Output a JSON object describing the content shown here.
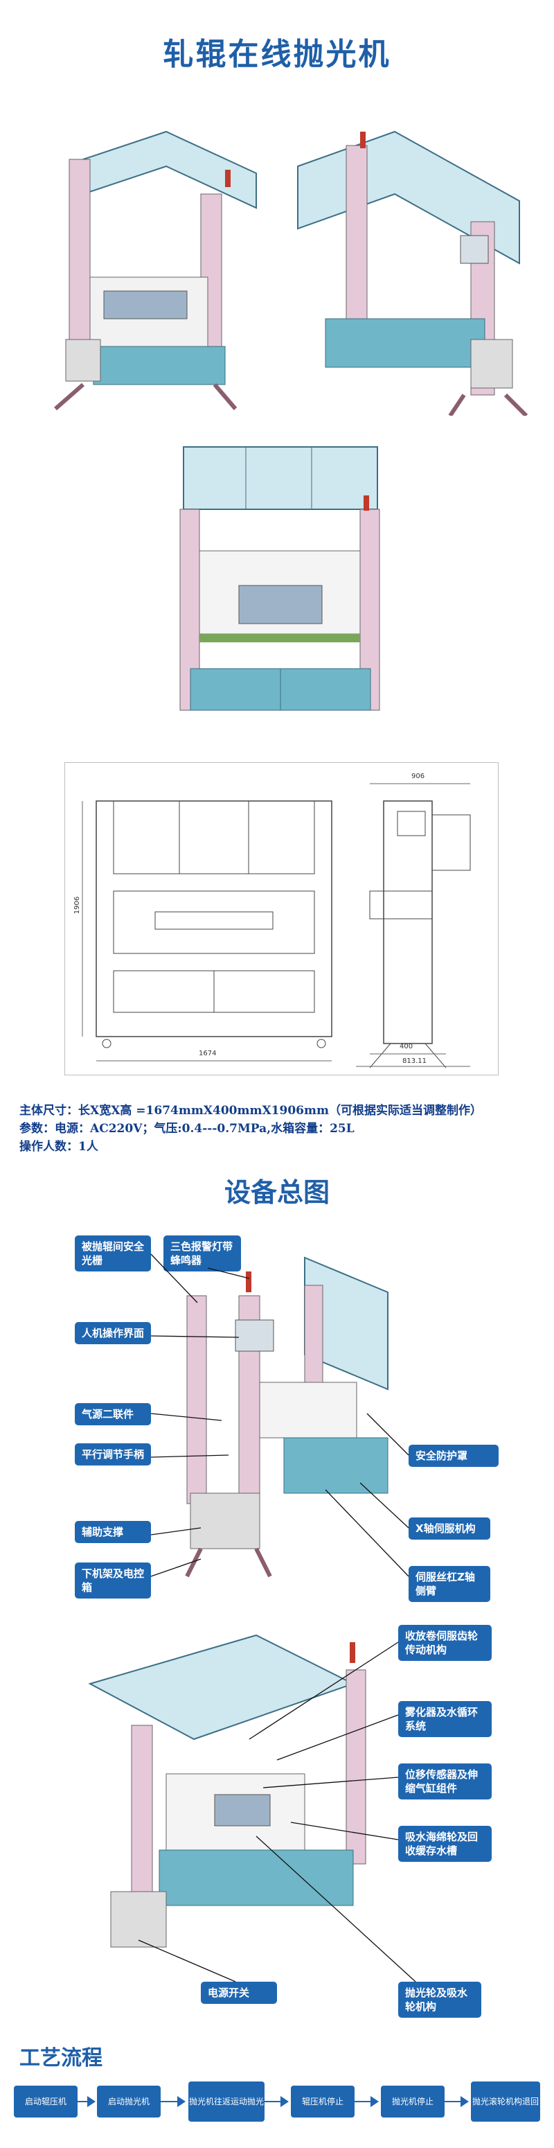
{
  "title": "轧辊在线抛光机",
  "drawing": {
    "dim_width": "1674",
    "dim_height": "1906",
    "dim_side_top": "906",
    "dim_side_bottom1": "400",
    "dim_side_bottom2": "813.11"
  },
  "specs": {
    "line1": "主体尺寸：长X宽X高 =1674mmX400mmX1906mm（可根据实际适当调整制作）",
    "line2": "参数：电源：AC220V；气压:0.4---0.7MPa,水箱容量：25L",
    "line3": "操作人数：1人"
  },
  "overview": {
    "title": "设备总图",
    "labels": {
      "light_curtain": "被抛辊间安全光栅",
      "tower_light": "三色报警灯带蜂鸣器",
      "hmi": "人机操作界面",
      "air_unit": "气源二联件",
      "parallel_wheel": "平行调节手柄",
      "aux_support": "辅助支撑",
      "lower_frame": "下机架及电控箱",
      "safety_cover": "安全防护罩",
      "x_servo": "X轴伺服机构",
      "z_servo": "伺服丝杠Z轴侧臂",
      "reel_servo": "收放卷伺服齿轮传动机构",
      "atomizer": "雾化器及水循环系统",
      "disp_sensor": "位移传感器及伸缩气缸组件",
      "sponge": "吸水海绵轮及回收缓存水槽",
      "power_switch": "电源开关",
      "polish_wheel": "抛光轮及吸水轮机构"
    }
  },
  "process": {
    "title": "工艺流程",
    "steps": [
      "启动辊压机",
      "启动抛光机",
      "抛光机往返运动抛光",
      "辊压机停止",
      "抛光机停止",
      "抛光滚轮机构退回"
    ]
  },
  "colors": {
    "accent": "#1f66b1",
    "title": "#1f5fa8",
    "frame_pink": "#e6c9d9",
    "cabinet_teal": "#6fb6c9",
    "glass": "#cfe7ef"
  }
}
